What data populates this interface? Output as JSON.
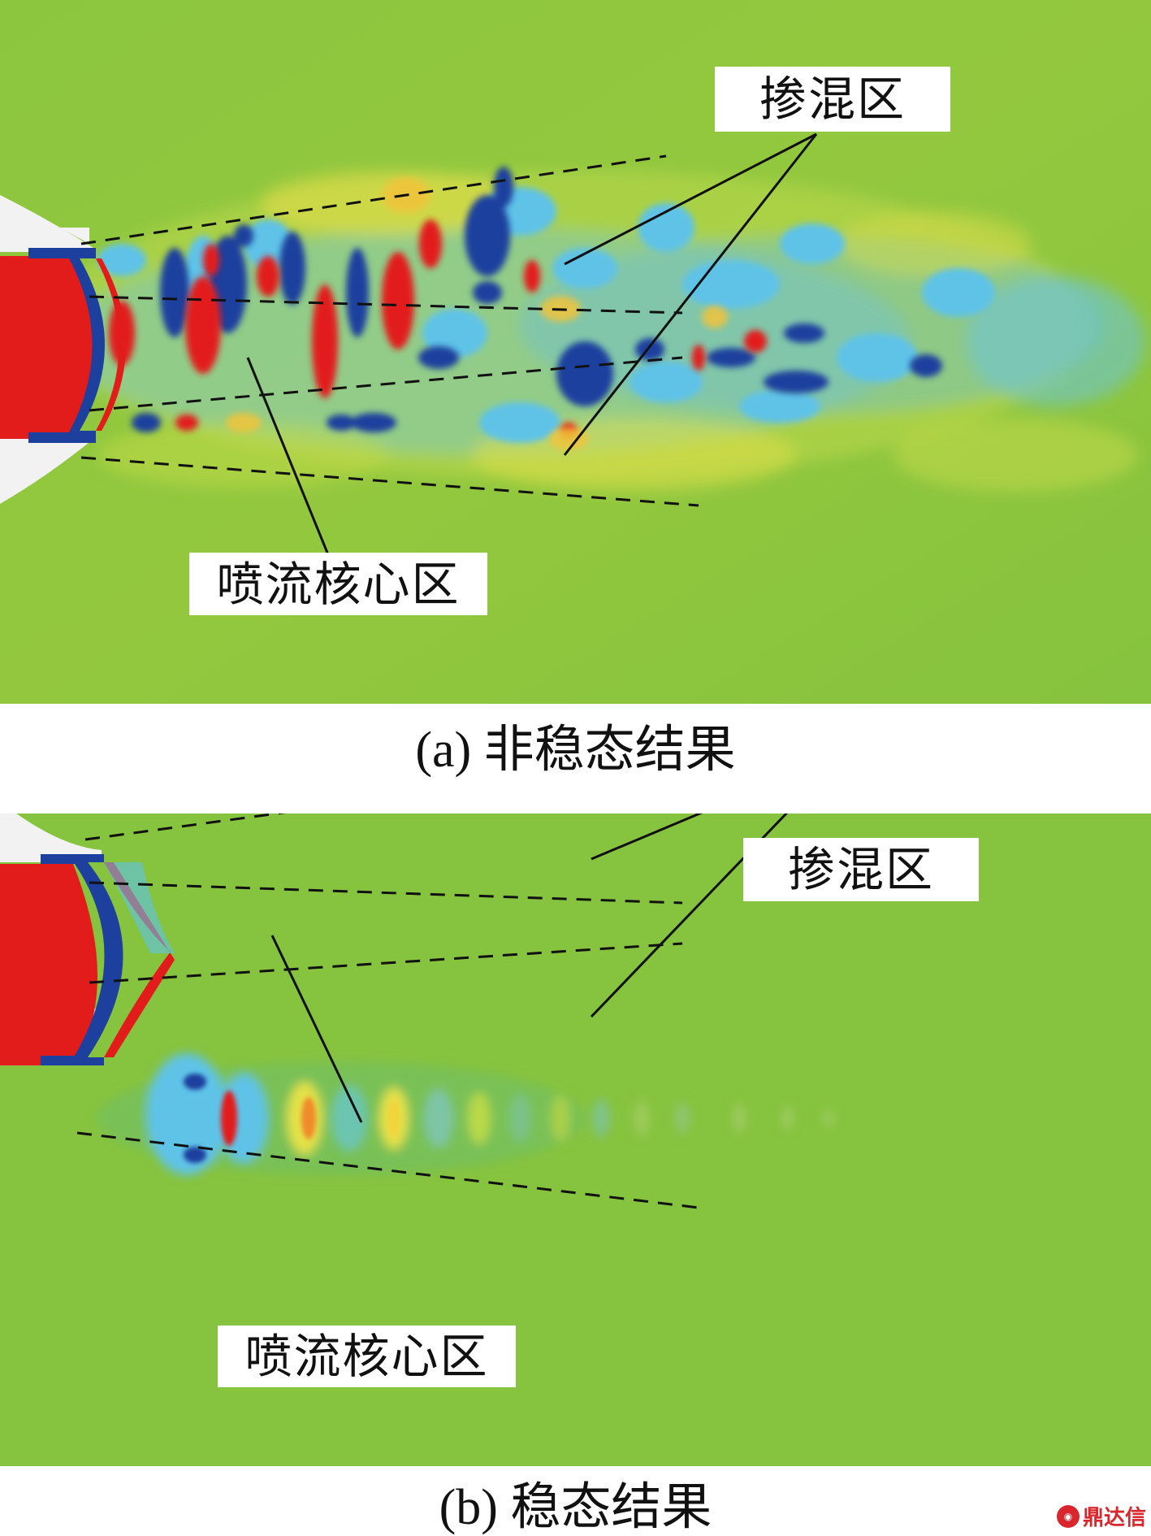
{
  "panel_a": {
    "mixing_label": "掺混区",
    "core_label": "喷流核心区",
    "caption": "(a) 非稳态结果"
  },
  "panel_b": {
    "mixing_label": "掺混区",
    "core_label": "喷流核心区",
    "caption": "(b) 稳态结果"
  },
  "watermark": "鼎达信",
  "colors": {
    "field_green": "#8cc63f",
    "field_green_dark": "#6db33f",
    "red": "#e21b1b",
    "dark_blue": "#1d3f9e",
    "light_blue": "#5ec3e8",
    "yellow": "#e4e14a",
    "nozzle_gray": "#f2f2f2"
  }
}
